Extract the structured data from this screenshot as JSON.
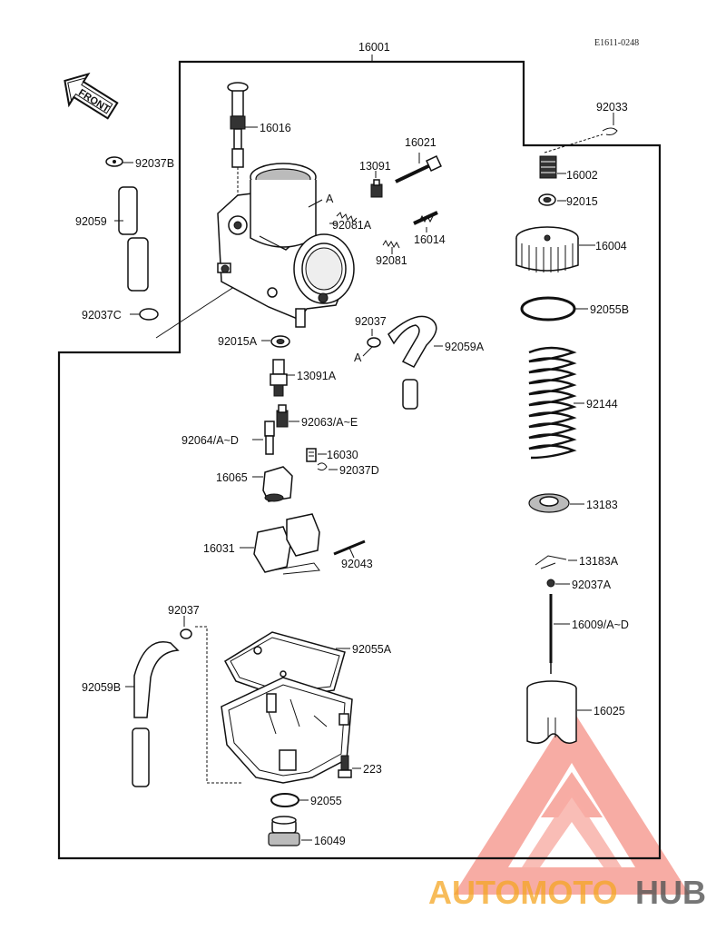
{
  "diagram": {
    "ref_code": "E1611-0248",
    "front_label": "FRONT",
    "assembly_label": "16001",
    "marker_a": "A",
    "parts": {
      "p16016": "16016",
      "p92037B": "92037B",
      "p92059": "92059",
      "p92037C": "92037C",
      "p13091": "13091",
      "p16021": "16021",
      "p92081A": "92081A",
      "p16014": "16014",
      "p92081": "92081",
      "p92015A": "92015A",
      "p92037_top": "92037",
      "p92059A": "92059A",
      "p13091A": "13091A",
      "p92063": "92063/A~E",
      "p92064": "92064/A~D",
      "p16030": "16030",
      "p92037D": "92037D",
      "p16065": "16065",
      "p16031": "16031",
      "p92043": "92043",
      "p92037_bottom": "92037",
      "p92055A": "92055A",
      "p92059B": "92059B",
      "p223": "223",
      "p92055": "92055",
      "p16049": "16049",
      "p92033": "92033",
      "p16002": "16002",
      "p92015": "92015",
      "p16004": "16004",
      "p92055B": "92055B",
      "p92144": "92144",
      "p13183": "13183",
      "p13183A": "13183A",
      "p92037A": "92037A",
      "p16009": "16009/A~D",
      "p16025": "16025"
    }
  },
  "watermark": {
    "text_part1": "AUTOMOTO",
    "text_part2": "HUB",
    "color_primary": "#f26a5b",
    "color_accent": "#f5a623",
    "color_dark": "#4a4a4a"
  }
}
